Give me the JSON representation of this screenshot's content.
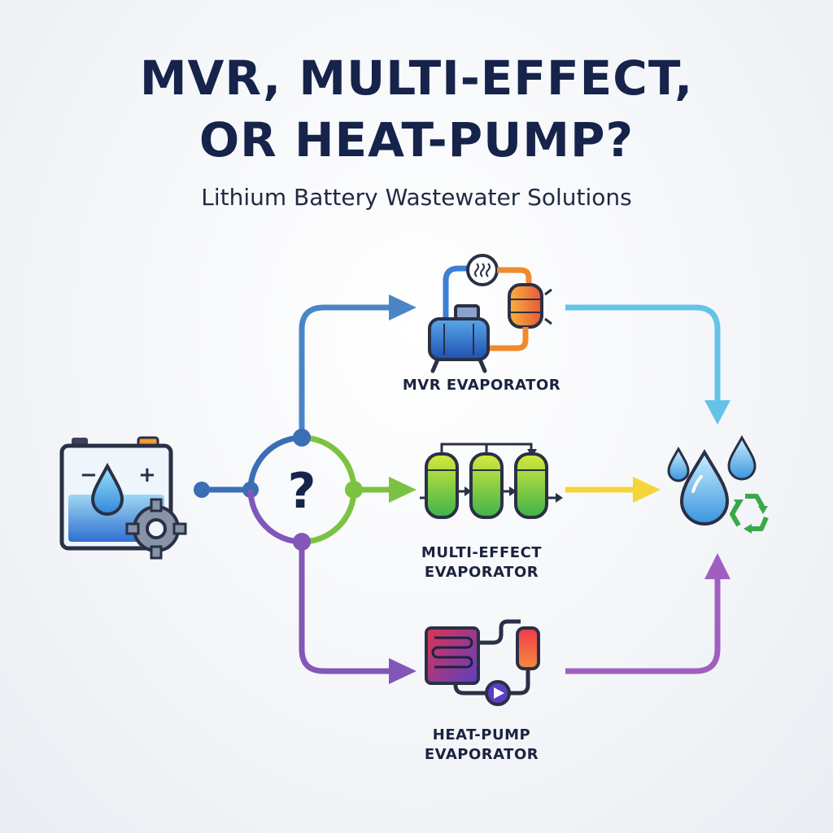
{
  "title": {
    "line1": "MVR, MULTI-EFFECT,",
    "line2": "OR HEAT-PUMP?"
  },
  "subtitle": "Lithium Battery Wastewater Solutions",
  "decision_symbol": "?",
  "battery": {
    "minus": "−",
    "plus": "+"
  },
  "options": [
    {
      "line1": "MVR EVAPORATOR",
      "line2": ""
    },
    {
      "line1": "MULTI-EFFECT",
      "line2": "EVAPORATOR"
    },
    {
      "line1": "HEAT-PUMP",
      "line2": "EVAPORATOR"
    }
  ],
  "icons": {
    "source": "battery-wastewater-icon",
    "decision": "question-icon",
    "mvr": "mvr-evaporator-icon",
    "multi_effect": "multi-effect-evaporator-icon",
    "heat_pump": "heat-pump-evaporator-icon",
    "result": "recycled-water-icon"
  },
  "colors": {
    "title": "#16234a",
    "mvr_path": "#4a86c5",
    "multi_path": "#7cc242",
    "heat_path": "#8257b8",
    "mvr_out": "#66c3e8",
    "multi_out": "#f4d63a",
    "heat_out": "#a05fc0"
  }
}
